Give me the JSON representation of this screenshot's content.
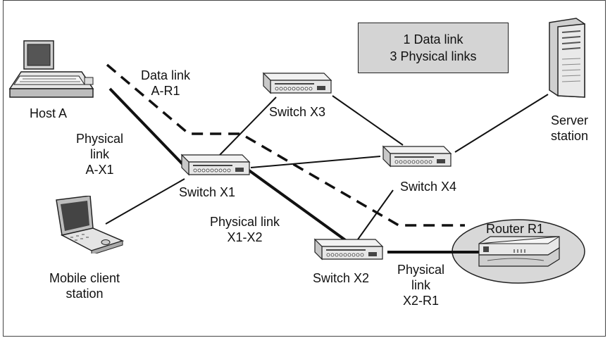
{
  "summary": {
    "line1": "1 Data link",
    "line2": "3 Physical links"
  },
  "devices": {
    "host_a": "Host A",
    "mobile_client": "Mobile client\nstation",
    "server": "Server\nstation",
    "switch_x1": "Switch X1",
    "switch_x2": "Switch X2",
    "switch_x3": "Switch X3",
    "switch_x4": "Switch X4",
    "router_r1": "Router R1"
  },
  "links": {
    "data_link": "Data link\nA-R1",
    "physical_a_x1": "Physical\nlink\nA-X1",
    "physical_x1_x2": "Physical link\nX1-X2",
    "physical_x2_r1": "Physical\nlink\nX2-R1"
  },
  "colors": {
    "frame": "#444444",
    "summary_fill": "#d4d4d4",
    "router_zone_fill": "#d8d8d8",
    "line": "#111111"
  },
  "icons": {
    "host": "desktop-computer-icon",
    "mobile": "laptop-icon",
    "server": "server-tower-icon",
    "switch": "network-switch-icon",
    "router": "router-icon"
  }
}
